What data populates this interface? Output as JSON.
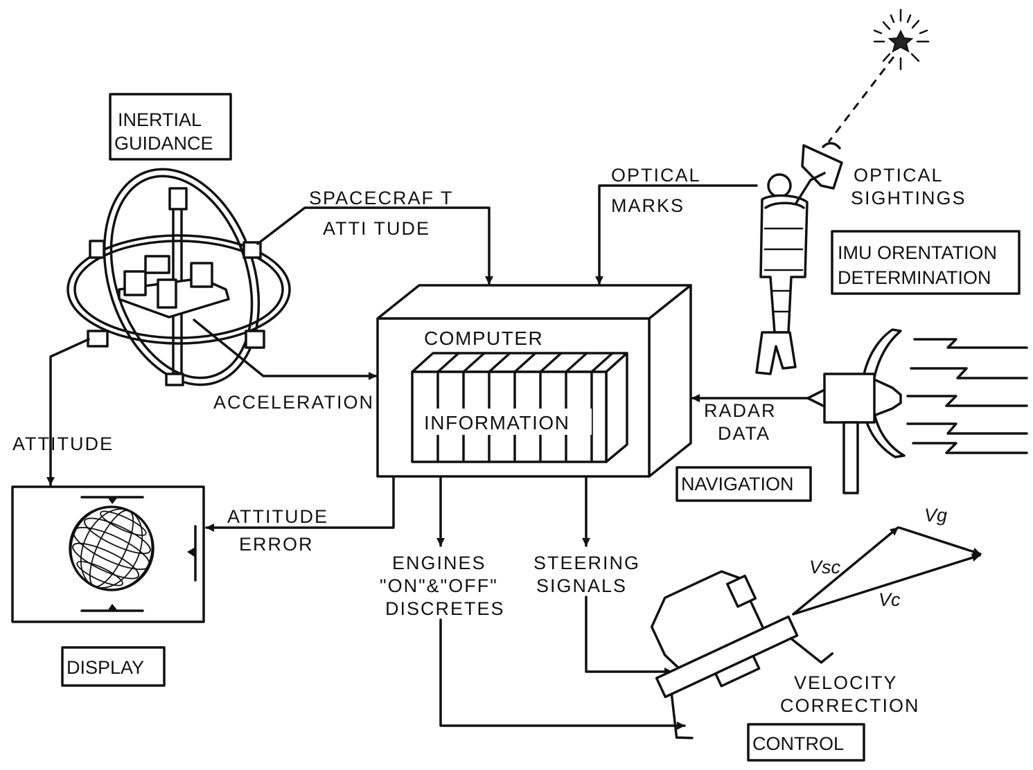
{
  "boxes": {
    "inertial_guidance": [
      "INERTIAL",
      "GUIDANCE"
    ],
    "imu_orientation": [
      "IMU ORENTATION",
      "DETERMINATION"
    ],
    "navigation": "NAVIGATION",
    "display": "DISPLAY",
    "control": "CONTROL"
  },
  "computer": {
    "title": "COMPUTER",
    "information": "INFORMATION"
  },
  "flows": {
    "spacecraft_attitude": [
      "SPACECRAF T",
      "ATTI TUDE"
    ],
    "optical_marks": [
      "OPTICAL",
      "MARKS"
    ],
    "optical_sightings": [
      "OPTICAL",
      "SIGHTINGS"
    ],
    "acceleration": "ACCELERATION",
    "radar_data": [
      "RADAR",
      "DATA"
    ],
    "attitude": "ATTITUDE",
    "attitude_error": [
      "ATTITUDE",
      "ERROR"
    ],
    "engines": [
      "ENGINES",
      "\"ON\"&\"OFF\"",
      "DISCRETES"
    ],
    "steering_signals": [
      "STEERING",
      "SIGNALS"
    ],
    "velocity_correction": [
      "VELOCITY",
      "CORRECTION"
    ]
  },
  "vectors": {
    "vg": "Vg",
    "vsc": "Vsc",
    "vc": "Vc"
  },
  "icons": [
    "gimbal-icon",
    "astronaut-sextant-icon",
    "star-icon",
    "radar-dish-icon",
    "attitude-ball-icon",
    "spacecraft-icon"
  ]
}
